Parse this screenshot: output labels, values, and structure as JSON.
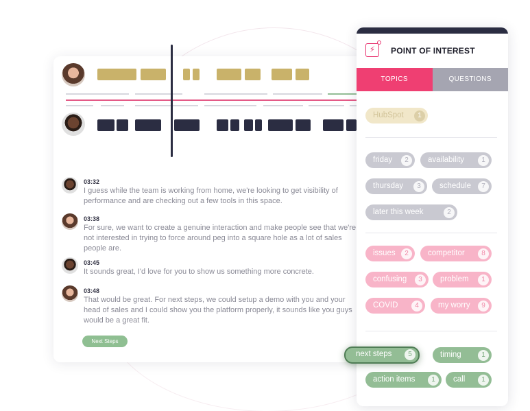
{
  "panel": {
    "title": "POINT  OF INTEREST",
    "icon": "lightning-icon",
    "tabs": [
      {
        "label": "TOPICS",
        "active": true
      },
      {
        "label": "QUESTIONS",
        "active": false
      }
    ],
    "chips": {
      "hubspot": {
        "label": "HubSpot",
        "count": "1"
      },
      "friday": {
        "label": "friday",
        "count": "2"
      },
      "availability": {
        "label": "availability",
        "count": "1"
      },
      "thursday": {
        "label": "thursday",
        "count": "3"
      },
      "schedule": {
        "label": "schedule",
        "count": "7"
      },
      "later": {
        "label": "later this week",
        "count": "2"
      },
      "issues": {
        "label": "issues",
        "count": "2"
      },
      "competitor": {
        "label": "competitor",
        "count": "8"
      },
      "confusing": {
        "label": "confusing",
        "count": "3"
      },
      "problem": {
        "label": "problem",
        "count": "1"
      },
      "covid": {
        "label": "COVID",
        "count": "4"
      },
      "worry": {
        "label": "my worry",
        "count": "9"
      },
      "next_steps": {
        "label": "next steps",
        "count": "5"
      },
      "timing": {
        "label": "timing",
        "count": "1"
      },
      "action_items": {
        "label": "action items",
        "count": "1"
      },
      "call": {
        "label": "call",
        "count": "1"
      }
    }
  },
  "transcript": [
    {
      "time": "03:32",
      "text": "I guess while the team is working from home, we're looking to get visibility of performance and are checking out a few tools in this space."
    },
    {
      "time": "03:38",
      "text": "For sure, we want to create a genuine interaction and make people see that we're not interested in trying to force around peg into a square hole as a lot of sales people are."
    },
    {
      "time": "03:45",
      "text": "It sounds great, I'd love for you to show us something more concrete."
    },
    {
      "time": "03:48",
      "text": "That would be great. For next steps, we could setup a demo with you and your head of sales and I could show you the platform properly, it sounds like you guys would be a great fit."
    }
  ],
  "next_steps_tag": "Next Steps",
  "colors": {
    "accent": "#ef3f72",
    "navy": "#2b2d42",
    "gold": "#c9b26a",
    "green": "#93bd95"
  }
}
